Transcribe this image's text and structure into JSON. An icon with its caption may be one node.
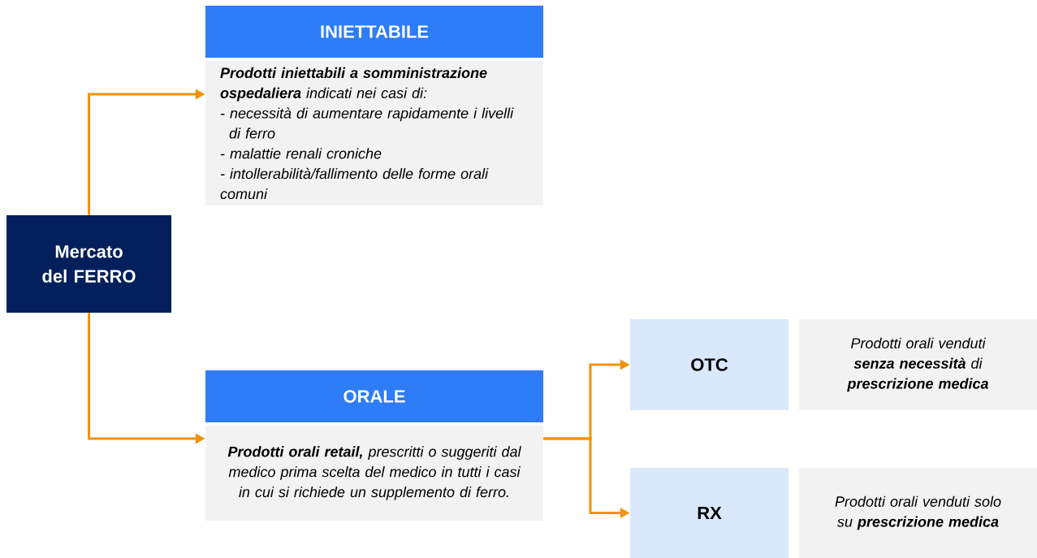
{
  "diagram": {
    "nodes": [
      {
        "text": [
          "Mercato del FERRO"
        ]
      },
      {
        "text": [
          "INIETTABILE"
        ]
      },
      {
        "text": [
          "**Prodotti iniettabili a somministrazione ospedaliera** indicati nei casi di:",
          "- necessità di aumentare rapidamente i livelli di ferro",
          "- malattie renali croniche",
          "- intollerabilità/fallimento delle forme orali comuni"
        ]
      },
      {
        "text": [
          "ORALE"
        ]
      },
      {
        "text": [
          "**Prodotti orali retail,** prescritti o suggeriti dal medico prima scelta del medico in tutti i casi in cui si richiede un supplemento di ferro."
        ]
      },
      {
        "text": [
          "OTC"
        ]
      },
      {
        "text": [
          "Prodotti orali venduti **senza necessità** di **prescrizione medica**"
        ]
      },
      {
        "text": [
          "RX"
        ]
      },
      {
        "text": [
          "Prodotti orali venduti solo su **prescrizione medica**"
        ]
      }
    ],
    "edges": [
      {
        "from": 0,
        "to": 2,
        "arrow": "to"
      },
      {
        "from": 0,
        "to": 4,
        "arrow": "to"
      },
      {
        "from": 4,
        "to": 5,
        "arrow": "to"
      },
      {
        "from": 4,
        "to": 7,
        "arrow": "to"
      }
    ]
  }
}
